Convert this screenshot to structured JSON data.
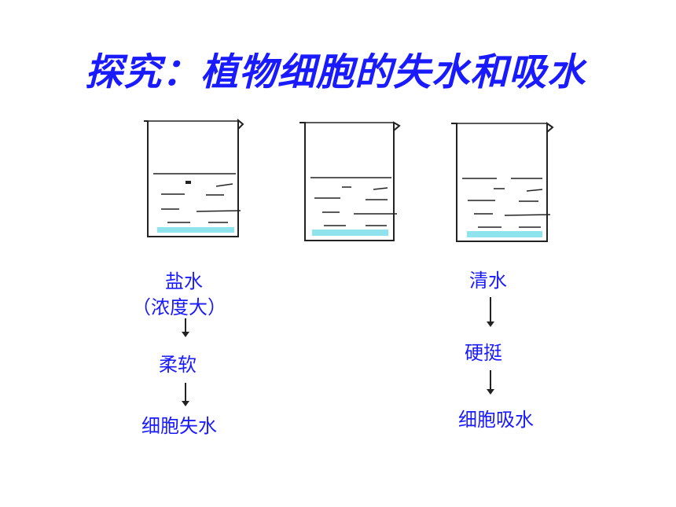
{
  "title": "探究：植物细胞的失水和吸水",
  "colors": {
    "text": "#1a1aff",
    "line": "#222222",
    "sediment": "#8fe3ec"
  },
  "left_column": {
    "solution": "盐水",
    "concentration": "（浓度大）",
    "state": "柔软",
    "result": "细胞失水"
  },
  "right_column": {
    "solution": "清水",
    "state": "硬挺",
    "result": "细胞吸水"
  }
}
